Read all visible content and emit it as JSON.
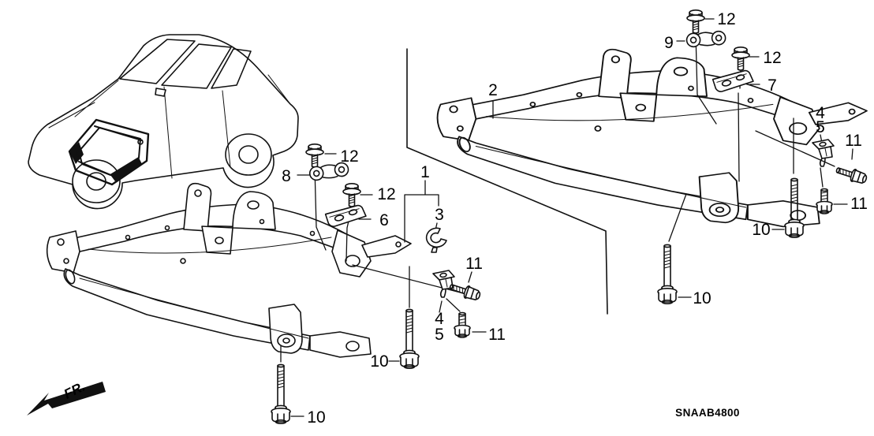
{
  "diagram_code": "SNAAB4800",
  "fr_indicator": "FR.",
  "colors": {
    "background": "#ffffff",
    "line": "#111111",
    "text": "#000000"
  },
  "callouts": {
    "c1": "1",
    "c2": "2",
    "c3": "3",
    "c4_left": "4",
    "c5_left": "5",
    "c6": "6",
    "c7": "7",
    "c8": "8",
    "c9": "9",
    "c4_right": "4",
    "c5_right": "5",
    "c10_left_inner": "10",
    "c10_left_bottom": "10",
    "c10_right_bottom": "10",
    "c10_right_inner": "10",
    "c11_left_upper": "11",
    "c11_left_lower": "11",
    "c11_right_upper": "11",
    "c11_right_lower": "11",
    "c12_left_a": "12",
    "c12_left_b": "12",
    "c12_right_a": "12",
    "c12_right_b": "12"
  }
}
